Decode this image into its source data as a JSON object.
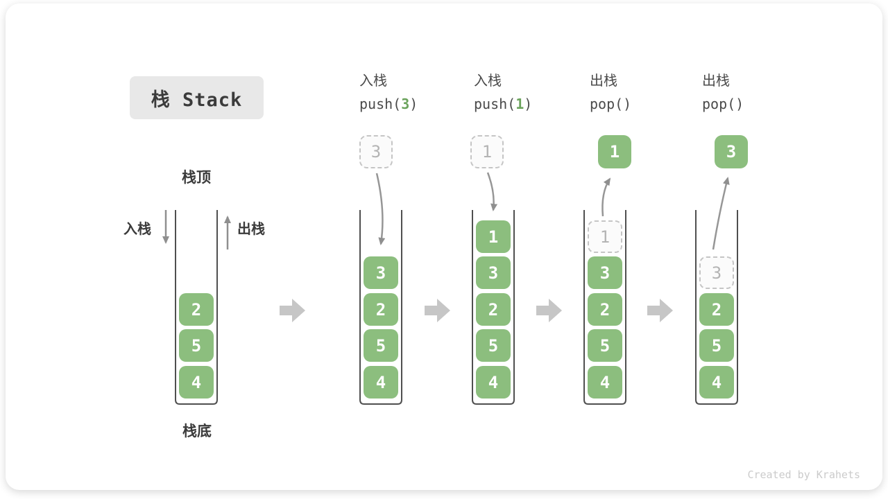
{
  "title": "栈 Stack",
  "labels": {
    "stack_top": "栈顶",
    "stack_bottom": "栈底",
    "push_side": "入栈",
    "pop_side": "出栈"
  },
  "operations": [
    {
      "name_cn": "入栈",
      "code_prefix": "push(",
      "code_arg": "3",
      "code_suffix": ")"
    },
    {
      "name_cn": "入栈",
      "code_prefix": "push(",
      "code_arg": "1",
      "code_suffix": ")"
    },
    {
      "name_cn": "出栈",
      "code_prefix": "pop(",
      "code_arg": "",
      "code_suffix": ")"
    },
    {
      "name_cn": "出栈",
      "code_prefix": "pop(",
      "code_arg": "",
      "code_suffix": ")"
    }
  ],
  "stages": [
    {
      "elements": [
        "2",
        "5",
        "4"
      ]
    },
    {
      "incoming": "3",
      "elements": [
        "3",
        "2",
        "5",
        "4"
      ]
    },
    {
      "incoming": "1",
      "elements": [
        "1",
        "3",
        "2",
        "5",
        "4"
      ]
    },
    {
      "popped": "1",
      "ghost": "1",
      "elements": [
        "3",
        "2",
        "5",
        "4"
      ]
    },
    {
      "popped": "3",
      "ghost": "3",
      "elements": [
        "2",
        "5",
        "4"
      ]
    }
  ],
  "watermark": "Created by Krahets",
  "colors": {
    "element_green": "#8CBE7E",
    "code_arg_green": "#6BA35C",
    "ghost_border_gray": "#C5C5C5",
    "ghost_text_gray": "#B4B4B4",
    "curved_arrow_gray": "#969696",
    "block_arrow_gray": "#C6C6C6",
    "wall_gray": "#4F4F4F",
    "title_badge_bg": "#E8E8E8",
    "text_dark": "#3B3B3B",
    "watermark_gray": "#CBCBCB"
  }
}
